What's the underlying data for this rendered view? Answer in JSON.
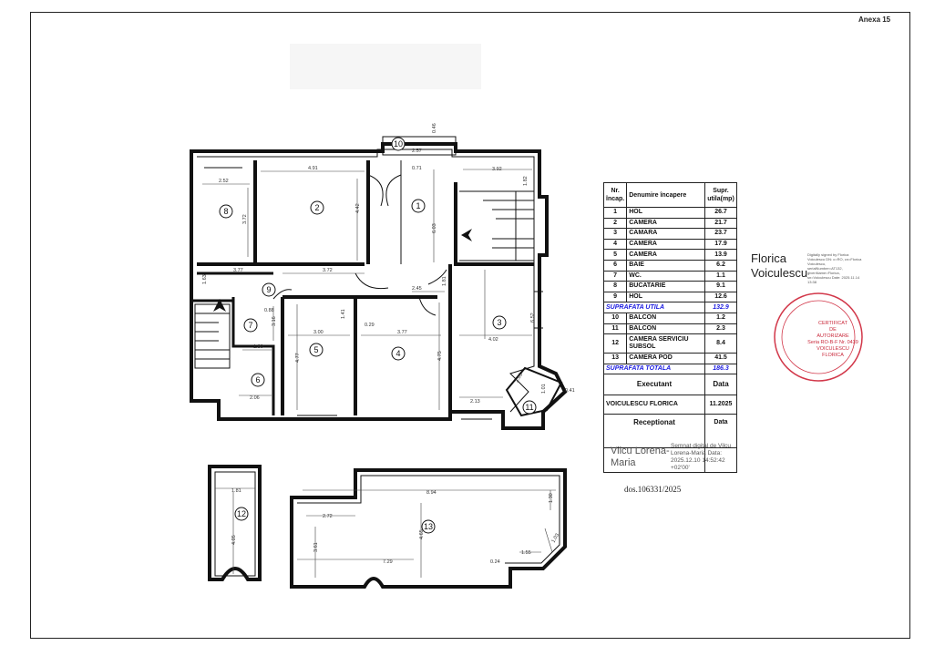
{
  "document": {
    "annex_label": "Anexa 15",
    "dossier": "dos.106331/2025"
  },
  "table": {
    "header": {
      "nr": "Nr. încap.",
      "name": "Denumire încapere",
      "area": "Supr. utila(mp)"
    },
    "rows": [
      {
        "nr": "1",
        "name": "HOL",
        "area": "26.7"
      },
      {
        "nr": "2",
        "name": "CAMERA",
        "area": "21.7"
      },
      {
        "nr": "3",
        "name": "CAMARA",
        "area": "23.7"
      },
      {
        "nr": "4",
        "name": "CAMERA",
        "area": "17.9"
      },
      {
        "nr": "5",
        "name": "CAMERA",
        "area": "13.9"
      },
      {
        "nr": "6",
        "name": "BAIE",
        "area": "6.2"
      },
      {
        "nr": "7",
        "name": "WC.",
        "area": "1.1"
      },
      {
        "nr": "8",
        "name": "BUCATARIE",
        "area": "9.1"
      },
      {
        "nr": "9",
        "name": "HOL",
        "area": "12.6"
      }
    ],
    "useful_label": "SUPRAFATA UTILA",
    "useful_value": "132.9",
    "rows2": [
      {
        "nr": "10",
        "name": "BALCON",
        "area": "1.2"
      },
      {
        "nr": "11",
        "name": "BALCON",
        "area": "2.3"
      },
      {
        "nr": "12",
        "name": "CAMERA SERVICIU SUBSOL",
        "area": "8.4"
      },
      {
        "nr": "13",
        "name": "CAMERA POD",
        "area": "41.5"
      }
    ],
    "total_label": "SUPRAFATA TOTALA",
    "total_value": "186.3",
    "executant_label": "Executant",
    "date_label": "Data",
    "executant_name": "VOICULESCU FLORICA",
    "executant_date": "11.2025",
    "receptionat_label": "Receptionat",
    "receptionat_date_label": "Data"
  },
  "signature_receptionat": {
    "name": "Vilcu Lorena-Maria",
    "digital": "Semnat digital de Vilcu Lorena-Maria Data: 2025.12.10 14:52:42 +02'00'"
  },
  "signature_executant": {
    "name": "Florica Voiculescu",
    "digital": "Digitally signed by Florica Voiculescu DN: c=RO, cn=Florica Voiculescu, serialNumber=AT132, givenName=Florica, sn=Voiculescu Date: 2025.11.14 13:38"
  },
  "stamp": {
    "line1": "CERTIFICAT",
    "line2": "DE",
    "line3": "AUTORIZARE",
    "line4": "Seria RO-B-F Nr. 0439",
    "line5": "VOICULESCU",
    "line6": "FLORICA",
    "color": "#c9283a"
  },
  "rooms": [
    "1",
    "2",
    "3",
    "4",
    "5",
    "6",
    "7",
    "8",
    "9",
    "10",
    "11",
    "12",
    "13"
  ],
  "dimensions": {
    "d1": "2.57",
    "d2": "0.46",
    "d3": "4.91",
    "d4": "0.71",
    "d5": "3.92",
    "d6": "1.82",
    "d7": "2.52",
    "d8": "3.72",
    "d9": "4.42",
    "d10": "6.03",
    "d11": "3.77",
    "d12": "3.72",
    "d13": "1.63",
    "d14": "1.81",
    "d15": "2.45",
    "d16": "6.52",
    "d17": "0.88",
    "d18": "1.41",
    "d19": "0.29",
    "d20": "3.00",
    "d21": "3.77",
    "d22": "4.02",
    "d23": "1.80",
    "d24": "4.77",
    "d25": "3.16",
    "d26": "4.75",
    "d27": "2.06",
    "d28": "2.13",
    "d29": "1.01",
    "d30": "0.41",
    "d31": "1.81",
    "d32": "4.05",
    "d33": "8.94",
    "d34": "1.30",
    "d35": "2.72",
    "d36": "4.65",
    "d37": "3.61",
    "d38": "7.29",
    "d39": "1.55",
    "d40": "0.24",
    "d41": "1.03",
    "d42": "2.05"
  }
}
